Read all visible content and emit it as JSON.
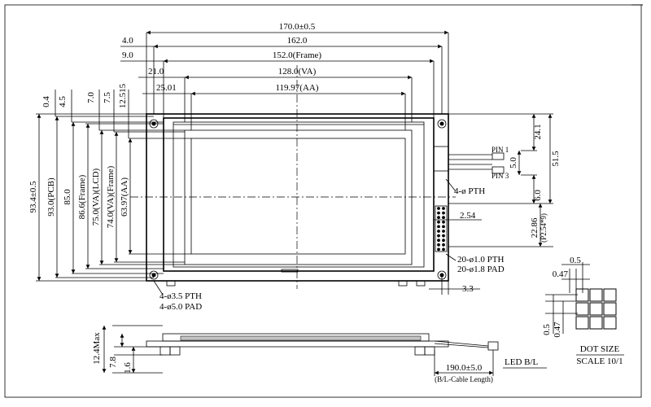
{
  "top_dims": {
    "overall": "170.0±0.5",
    "d162": "162.0",
    "frame": "152.0(Frame)",
    "va": "128.0(VA)",
    "aa": "119.97(AA)",
    "off_4": "4.0",
    "off_9": "9.0",
    "off_21": "21.0",
    "off_25": "25.01"
  },
  "left_dims": {
    "pcb_total": "93.4±0.5",
    "pcb": "93.0(PCB)",
    "d85": "85.0",
    "frame": "86.6(Frame)",
    "va_lcd": "75.0(VA)(LCD)",
    "va_frame": "74.0(VA)(Frame)",
    "aa": "63.97(AA)",
    "off_04": "0.4",
    "off_45": "4.5",
    "off_70": "7.0",
    "off_75": "7.5",
    "off_125": "12.515"
  },
  "right_dims": {
    "d241": "24.1",
    "d515": "51.5",
    "d50": "5.0",
    "d60": "6.0",
    "d2286": "22.86",
    "d2286_note": "(P2.54*9)",
    "d254": "2.54",
    "d33": "3.3",
    "pin1": "PIN 1",
    "pin3": "PIN 3",
    "pth4": "4-ø   PTH"
  },
  "holes": {
    "pth20": "20-ø1.0 PTH",
    "pad20": "20-ø1.8 PAD",
    "pth4": "4-ø3.5 PTH",
    "pad4": "4-ø5.0 PAD"
  },
  "side_view": {
    "max": "12.4Max",
    "d78": "7.8",
    "d16": "1.6",
    "cable": "190.0±5.0",
    "cable_note": "(B/L-Cable Length)",
    "led": "LED B/L"
  },
  "dot": {
    "d05_top": "0.5",
    "d047_top": "0.47",
    "d05_side": "0.5",
    "d047_side": "0.47",
    "title": "DOT SIZE",
    "scale": "SCALE 10/1"
  }
}
